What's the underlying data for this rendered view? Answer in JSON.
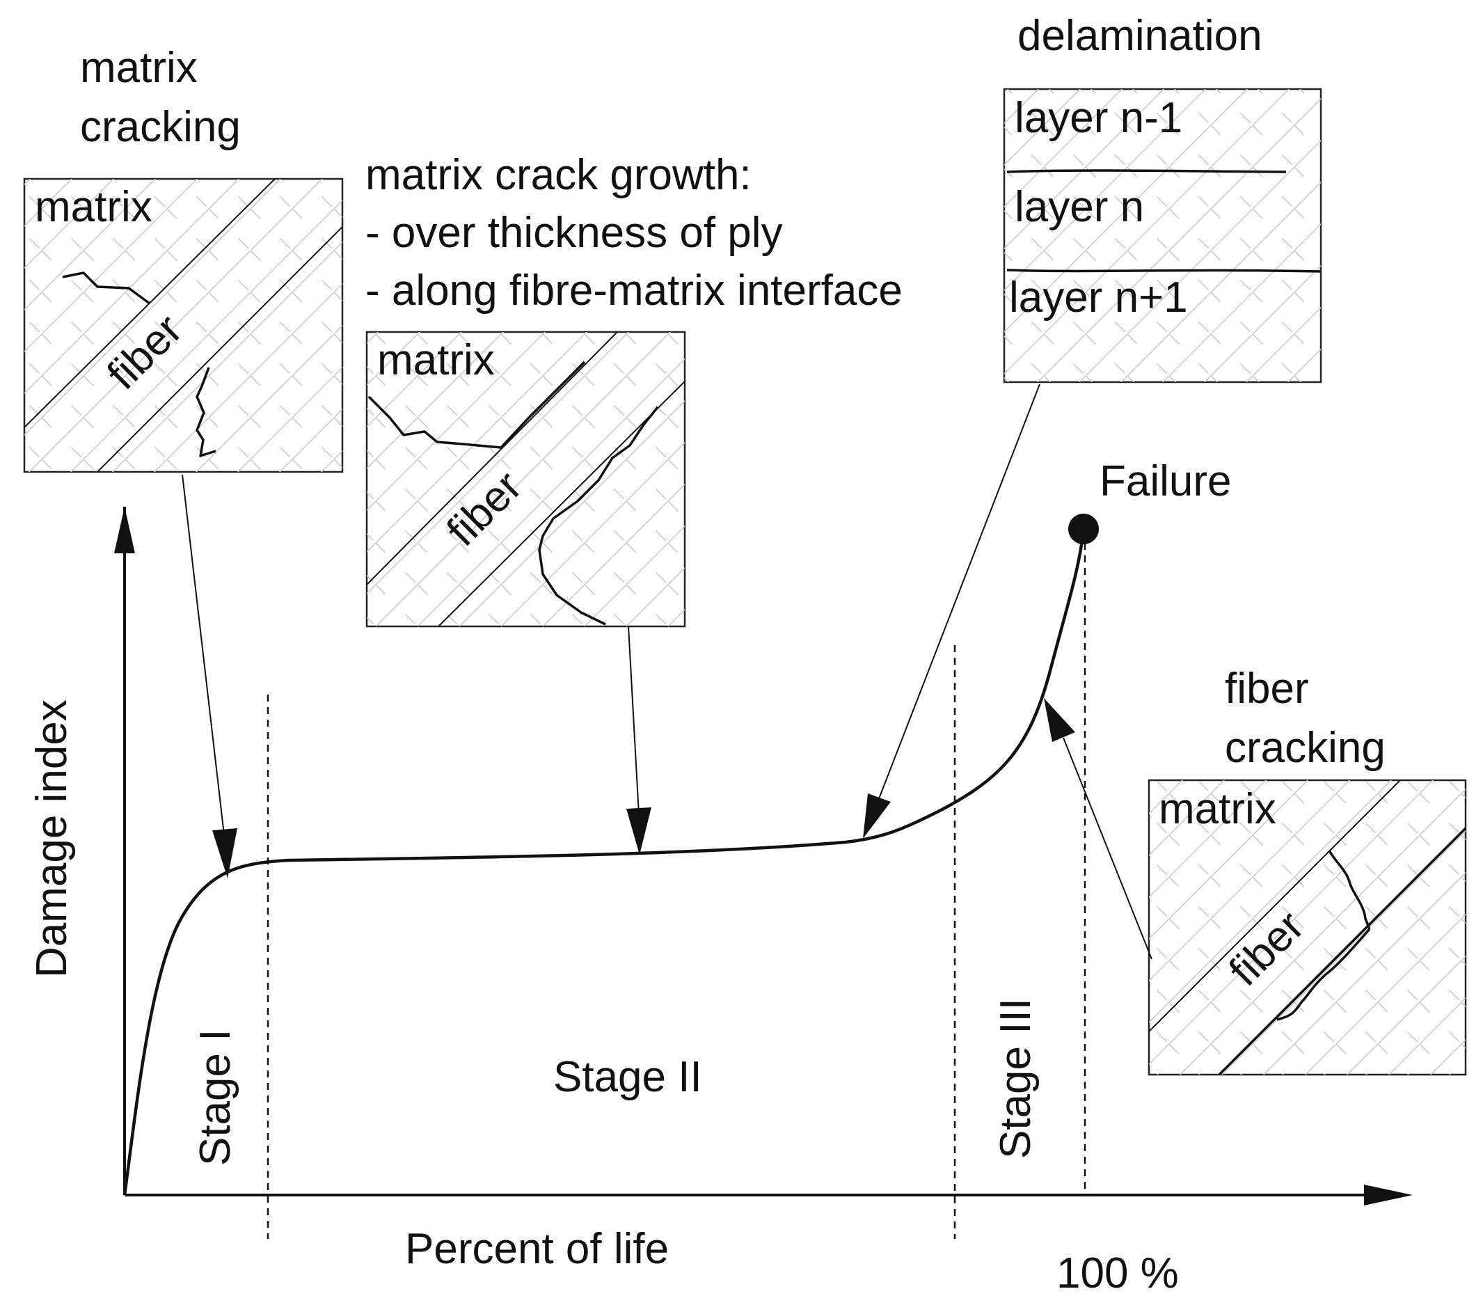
{
  "labels": {
    "matrix_cracking": [
      "matrix",
      "cracking"
    ],
    "matrix_crack_growth": [
      "matrix crack growth:",
      "- over thickness of ply",
      "- along fibre-matrix interface"
    ],
    "delamination": "delamination",
    "layers": [
      "layer n-1",
      "layer n",
      "layer n+1"
    ],
    "failure": "Failure",
    "fiber_cracking": [
      "fiber",
      "cracking"
    ],
    "matrix": "matrix",
    "fiber": "fiber",
    "y_axis": "Damage index",
    "x_axis": "Percent of life",
    "end_tick": "100 %",
    "stages": [
      "Stage I",
      "Stage II",
      "Stage III"
    ]
  }
}
